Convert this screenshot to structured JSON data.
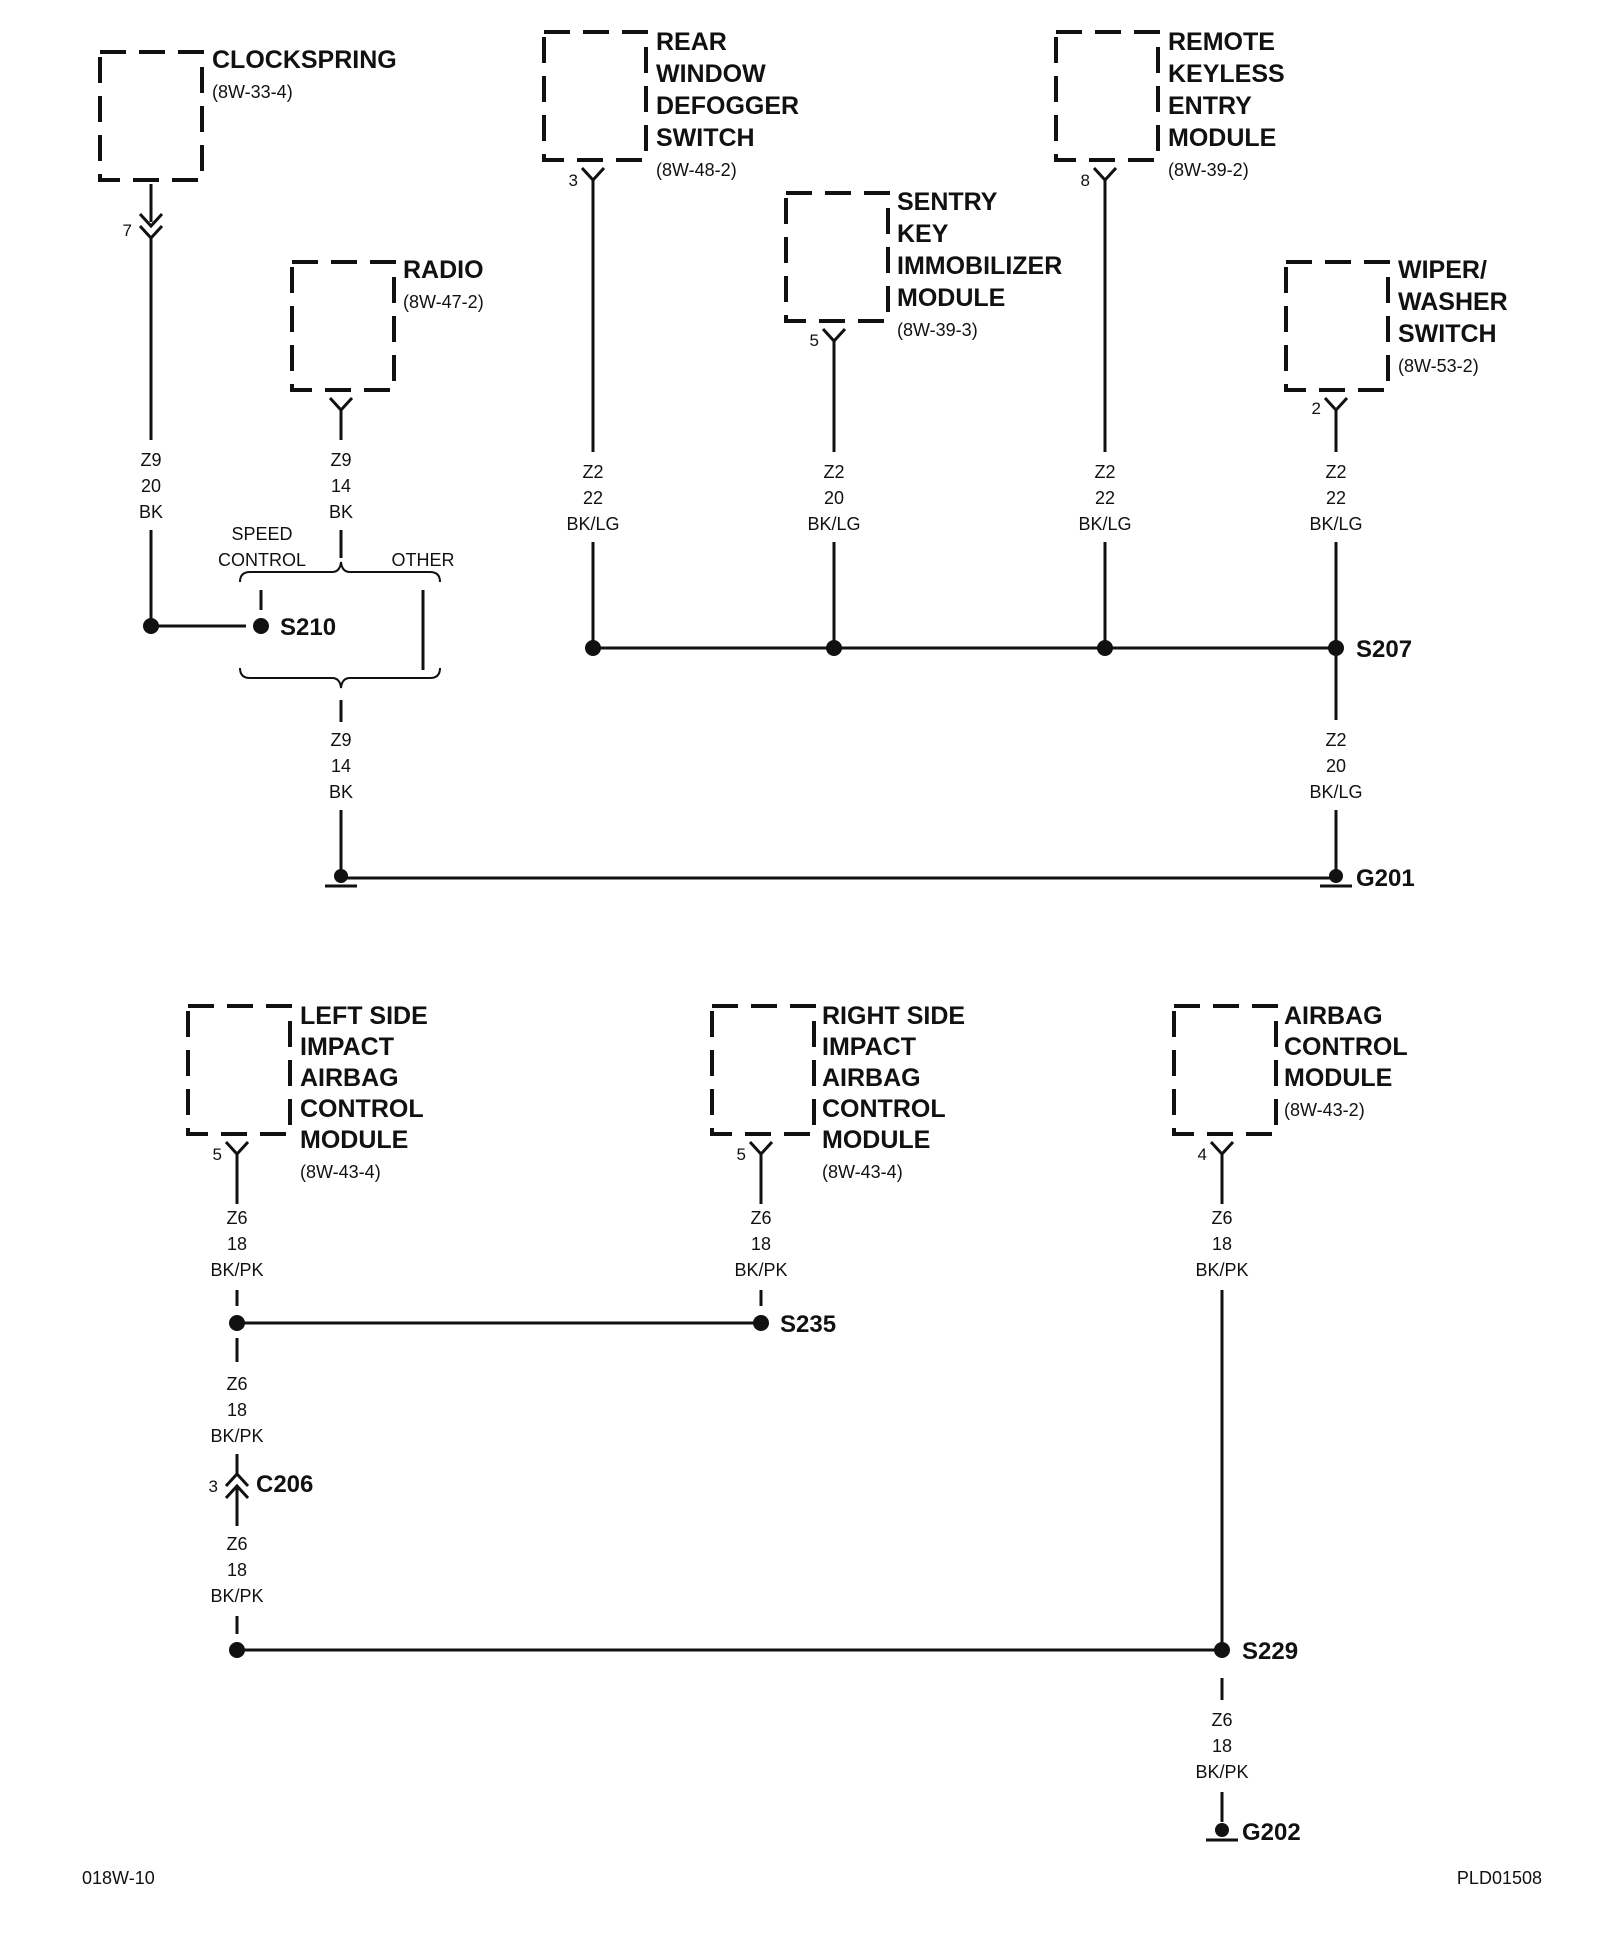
{
  "components": {
    "clockspring": {
      "name": [
        "CLOCKSPRING"
      ],
      "ref": "(8W-33-4)",
      "pin": "7"
    },
    "radio": {
      "name": [
        "RADIO"
      ],
      "ref": "(8W-47-2)"
    },
    "rear_defogger": {
      "name": [
        "REAR",
        "WINDOW",
        "DEFOGGER",
        "SWITCH"
      ],
      "ref": "(8W-48-2)",
      "pin": "3"
    },
    "sentry_key": {
      "name": [
        "SENTRY",
        "KEY",
        "IMMOBILIZER",
        "MODULE"
      ],
      "ref": "(8W-39-3)",
      "pin": "5"
    },
    "remote_keyless": {
      "name": [
        "REMOTE",
        "KEYLESS",
        "ENTRY",
        "MODULE"
      ],
      "ref": "(8W-39-2)",
      "pin": "8"
    },
    "wiper_washer": {
      "name": [
        "WIPER/",
        "WASHER",
        "SWITCH"
      ],
      "ref": "(8W-53-2)",
      "pin": "2"
    },
    "left_side_airbag": {
      "name": [
        "LEFT SIDE",
        "IMPACT",
        "AIRBAG",
        "CONTROL",
        "MODULE"
      ],
      "ref": "(8W-43-4)",
      "pin": "5"
    },
    "right_side_airbag": {
      "name": [
        "RIGHT SIDE",
        "IMPACT",
        "AIRBAG",
        "CONTROL",
        "MODULE"
      ],
      "ref": "(8W-43-4)",
      "pin": "5"
    },
    "airbag_control": {
      "name": [
        "AIRBAG",
        "CONTROL",
        "MODULE"
      ],
      "ref": "(8W-43-2)",
      "pin": "4"
    }
  },
  "wires": {
    "clockspring": [
      "Z9",
      "20",
      "BK"
    ],
    "radio": [
      "Z9",
      "14",
      "BK"
    ],
    "s210_out": [
      "Z9",
      "14",
      "BK"
    ],
    "rear_defogger": [
      "Z2",
      "22",
      "BK/LG"
    ],
    "sentry_key": [
      "Z2",
      "20",
      "BK/LG"
    ],
    "remote_keyless": [
      "Z2",
      "22",
      "BK/LG"
    ],
    "wiper_washer": [
      "Z2",
      "22",
      "BK/LG"
    ],
    "s207_out": [
      "Z2",
      "20",
      "BK/LG"
    ],
    "left_side_airbag": [
      "Z6",
      "18",
      "BK/PK"
    ],
    "right_side_airbag": [
      "Z6",
      "18",
      "BK/PK"
    ],
    "airbag_control": [
      "Z6",
      "18",
      "BK/PK"
    ],
    "left_mid": [
      "Z6",
      "18",
      "BK/PK"
    ],
    "left_low": [
      "Z6",
      "18",
      "BK/PK"
    ],
    "s229_out": [
      "Z6",
      "18",
      "BK/PK"
    ]
  },
  "splices": {
    "s210": "S210",
    "s207": "S207",
    "s235": "S235",
    "s229": "S229"
  },
  "grounds": {
    "g201": "G201",
    "g202": "G202"
  },
  "connectors": {
    "c206": {
      "name": "C206",
      "pin": "3"
    }
  },
  "branch_labels": {
    "speed_control": [
      "SPEED",
      "CONTROL"
    ],
    "other": "OTHER"
  },
  "footer": {
    "left": "018W-10",
    "right": "PLD01508"
  }
}
